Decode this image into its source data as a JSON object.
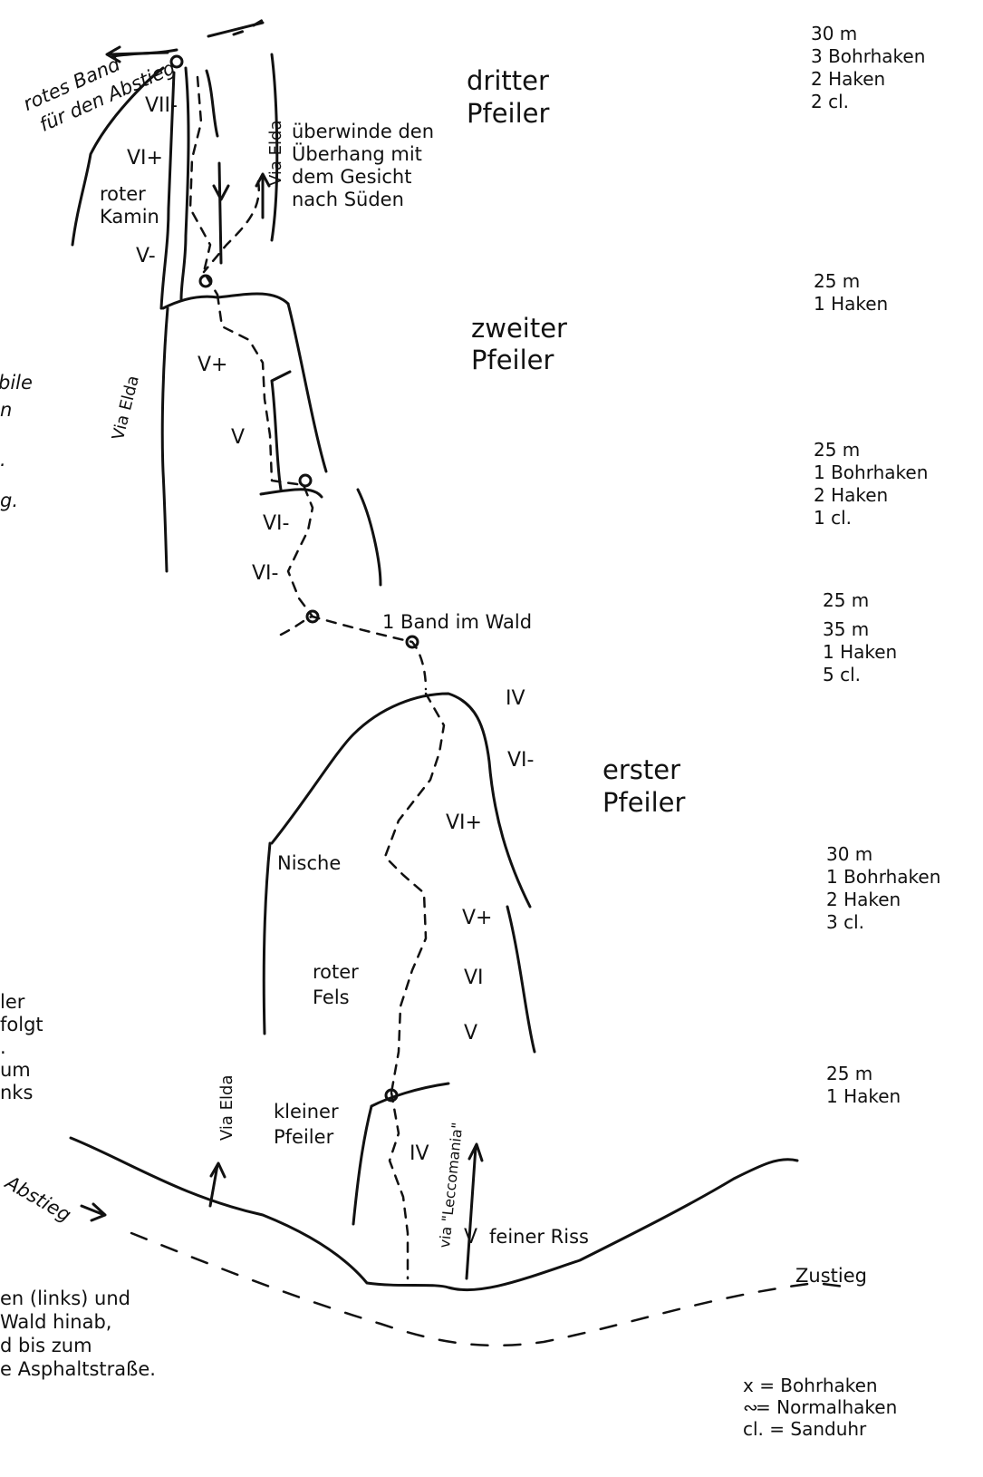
{
  "labels": {
    "rotes_band": "rotes Band",
    "fuer_abstieg": "für den Abstieg",
    "dritter": "dritter",
    "dritter_pfeiler": "Pfeiler",
    "zweiter": "zweiter",
    "zweiter_pfeiler": "Pfeiler",
    "erster": "erster",
    "erster_pfeiler": "Pfeiler",
    "ueberhang_1": "überwinde den",
    "ueberhang_2": "Überhang mit",
    "ueberhang_3": "dem Gesicht",
    "ueberhang_4": "nach Süden",
    "roter_kamin_1": "roter",
    "roter_kamin_2": "Kamin",
    "via_elda": "Via Elda",
    "band_im_wald": "1 Band im Wald",
    "nische": "Nische",
    "roter_fels_1": "roter",
    "roter_fels_2": "Fels",
    "kleiner_1": "kleiner",
    "kleiner_2": "Pfeiler",
    "via_leccomania": "via \"Leccomania\"",
    "feiner_riss": "feiner Riss",
    "abstieg": "Abstieg",
    "zustieg": "Zustieg"
  },
  "grades": {
    "g_vii_minus": "VII-",
    "g_vi_plus_top": "VI+",
    "g_v_minus": "V-",
    "g_v_plus_2": "V+",
    "g_v_2": "V",
    "g_vi_minus_a": "VI-",
    "g_vi_minus_b": "VI-",
    "g_iv_top": "IV",
    "g_vi_minus_c": "VI-",
    "g_vi_plus_1": "VI+",
    "g_v_plus_1": "V+",
    "g_vi": "VI",
    "g_v_1": "V",
    "g_iv_low": "IV",
    "g_v_riss": "V"
  },
  "pitches": [
    {
      "lines": [
        "30 m",
        "3 Bohrhaken",
        "2 Haken",
        "2 cl."
      ]
    },
    {
      "lines": [
        "25 m",
        "1 Haken"
      ]
    },
    {
      "lines": [
        "25 m",
        "1 Bohrhaken",
        "2 Haken",
        "1 cl."
      ]
    },
    {
      "lines": [
        "25 m"
      ]
    },
    {
      "lines": [
        "35 m",
        "1 Haken",
        "5 cl."
      ]
    },
    {
      "lines": [
        "30 m",
        "1 Bohrhaken",
        "2 Haken",
        "3 cl."
      ]
    },
    {
      "lines": [
        "25 m",
        "1 Haken"
      ]
    }
  ],
  "legend": {
    "bohrhaken": "x = Bohrhaken",
    "normalhaken": "= Normalhaken",
    "sanduhr": "cl. = Sanduhr"
  },
  "cut_text": {
    "left_1": "bile",
    "left_2": "n",
    "left_3": ".",
    "left_4": "g.",
    "mid_1": "ler",
    "mid_2": "folgt",
    "mid_3": ".",
    "mid_4": "um",
    "mid_5": "nks",
    "bottom_1": "en (links) und",
    "bottom_2": "Wald hinab,",
    "bottom_3": "d bis zum",
    "bottom_4": "e Asphaltstraße."
  }
}
